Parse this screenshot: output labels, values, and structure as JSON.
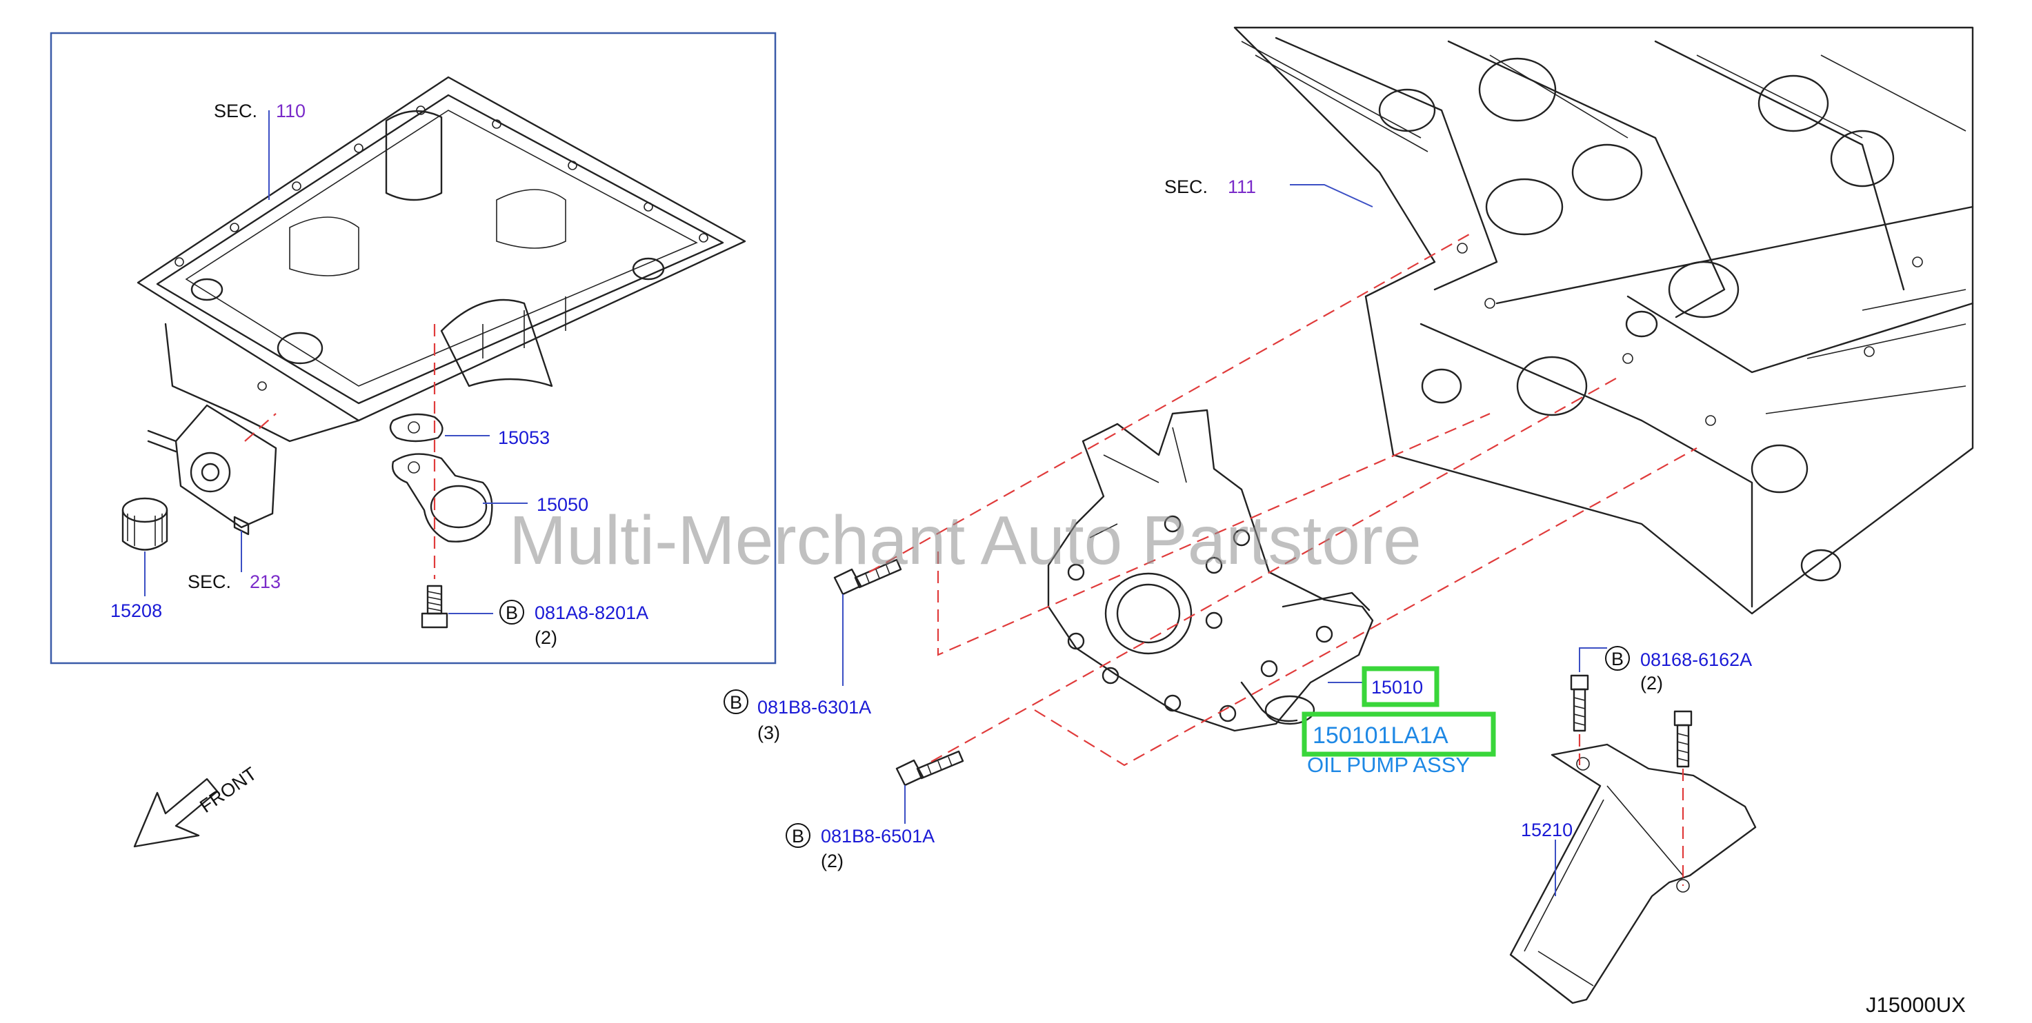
{
  "inset_labels": {
    "sec110_prefix": "SEC.",
    "sec110_num": "110",
    "sec213_prefix": "SEC.",
    "sec213_num": "213",
    "p15053": "15053",
    "p15050": "15050",
    "p15208": "15208",
    "bolt_b1_circle": "B",
    "bolt_b1_part": "081A8-8201A",
    "bolt_b1_qty": "(2)"
  },
  "main_labels": {
    "sec111_prefix": "SEC.",
    "sec111_num": "111",
    "bolt_b2_circle": "B",
    "bolt_b2_part": "081B8-6301A",
    "bolt_b2_qty": "(3)",
    "bolt_b3_circle": "B",
    "bolt_b3_part": "081B8-6501A",
    "bolt_b3_qty": "(2)",
    "bolt_b4_circle": "B",
    "bolt_b4_part": "08168-6162A",
    "bolt_b4_qty": "(2)",
    "p15010": "15010",
    "oil_pump_part": "150101LA1A",
    "oil_pump_name": "OIL PUMP ASSY",
    "p15210": "15210",
    "front": "FRONT",
    "diagram_code": "J15000UX"
  },
  "watermark": "Multi-Merchant Auto Partstore",
  "colors": {
    "label_blue": "#1a1ad6",
    "section_purple": "#7a2bc9",
    "highlight_green": "#39d63a",
    "dashed_red": "#e03b3b",
    "pump_name_blue": "#1e88e5"
  }
}
